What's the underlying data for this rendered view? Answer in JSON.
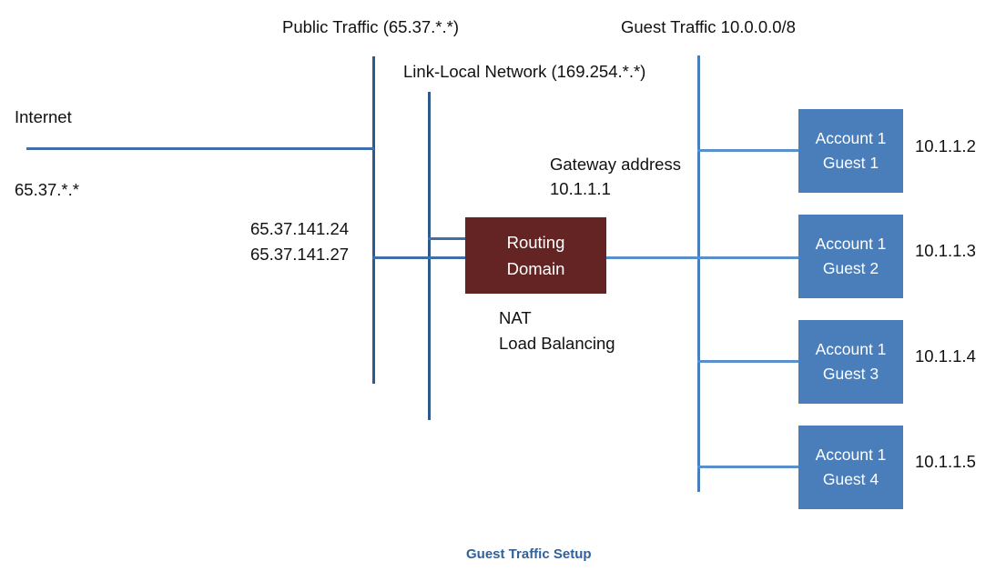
{
  "diagram": {
    "caption": "Guest Traffic Setup",
    "colors": {
      "guest_box": "#4a7ebb",
      "router_box": "#632423",
      "line": "#3f6fa8",
      "caption_text": "#31619b"
    },
    "labels": {
      "public_traffic": "Public Traffic (65.37.*.*)",
      "link_local": "Link-Local Network (169.254.*.*)",
      "guest_traffic": "Guest Traffic 10.0.0.0/8",
      "internet": "Internet",
      "internet_subnet": "65.37.*.*",
      "public_ip_1": "65.37.141.24",
      "public_ip_2": "65.37.141.27",
      "gateway_line1": "Gateway address",
      "gateway_line2": "10.1.1.1",
      "router_function_1": "NAT",
      "router_function_2": "Load Balancing"
    },
    "router": {
      "line1": "Routing",
      "line2": "Domain"
    },
    "guests": [
      {
        "line1": "Account 1",
        "line2": "Guest 1",
        "ip": "10.1.1.2"
      },
      {
        "line1": "Account 1",
        "line2": "Guest 2",
        "ip": "10.1.1.3"
      },
      {
        "line1": "Account 1",
        "line2": "Guest 3",
        "ip": "10.1.1.4"
      },
      {
        "line1": "Account 1",
        "line2": "Guest 4",
        "ip": "10.1.1.5"
      }
    ]
  }
}
